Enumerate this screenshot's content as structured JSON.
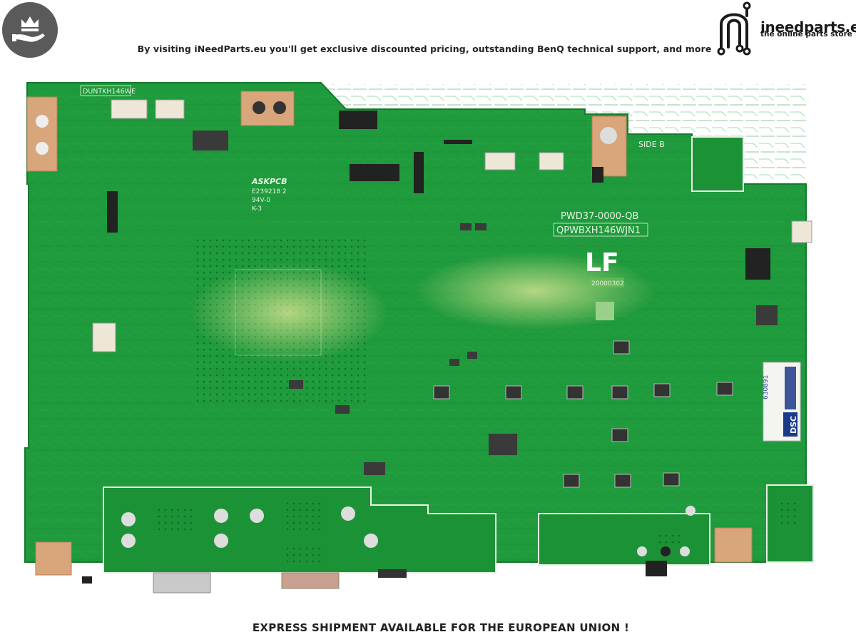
{
  "header": {
    "tagline": "By visiting iNeedParts.eu you'll get exclusive discounted pricing, outstanding BenQ technical support, and more",
    "badge_icon": "crown-hand-icon"
  },
  "logo": {
    "icon": "circuit-n-logo-icon",
    "name": "ineedparts.eu",
    "subtitle": "the online parts store"
  },
  "board": {
    "label_top_left": "DUNTKH146WE",
    "mfr": "ASKPCB",
    "cert_line1": "E239218  2",
    "cert_line2": "94V-0",
    "cert_line3": "K-3",
    "side": "SIDE B",
    "part_number": "PWD37-0000-QB",
    "model_code": "QPWBXH146WJN1",
    "lf_mark": "LF",
    "date_code": "20000302",
    "sticker_text": "630891",
    "dsc_label": "DSC",
    "colors": {
      "pcb": "#1f9a3c",
      "pcb_dark": "#157a2c",
      "silk": "#e8f0e4",
      "copper": "#d9a57a"
    }
  },
  "footer": {
    "text": "EXPRESS SHIPMENT AVAILABLE FOR THE EUROPEAN UNION !"
  }
}
